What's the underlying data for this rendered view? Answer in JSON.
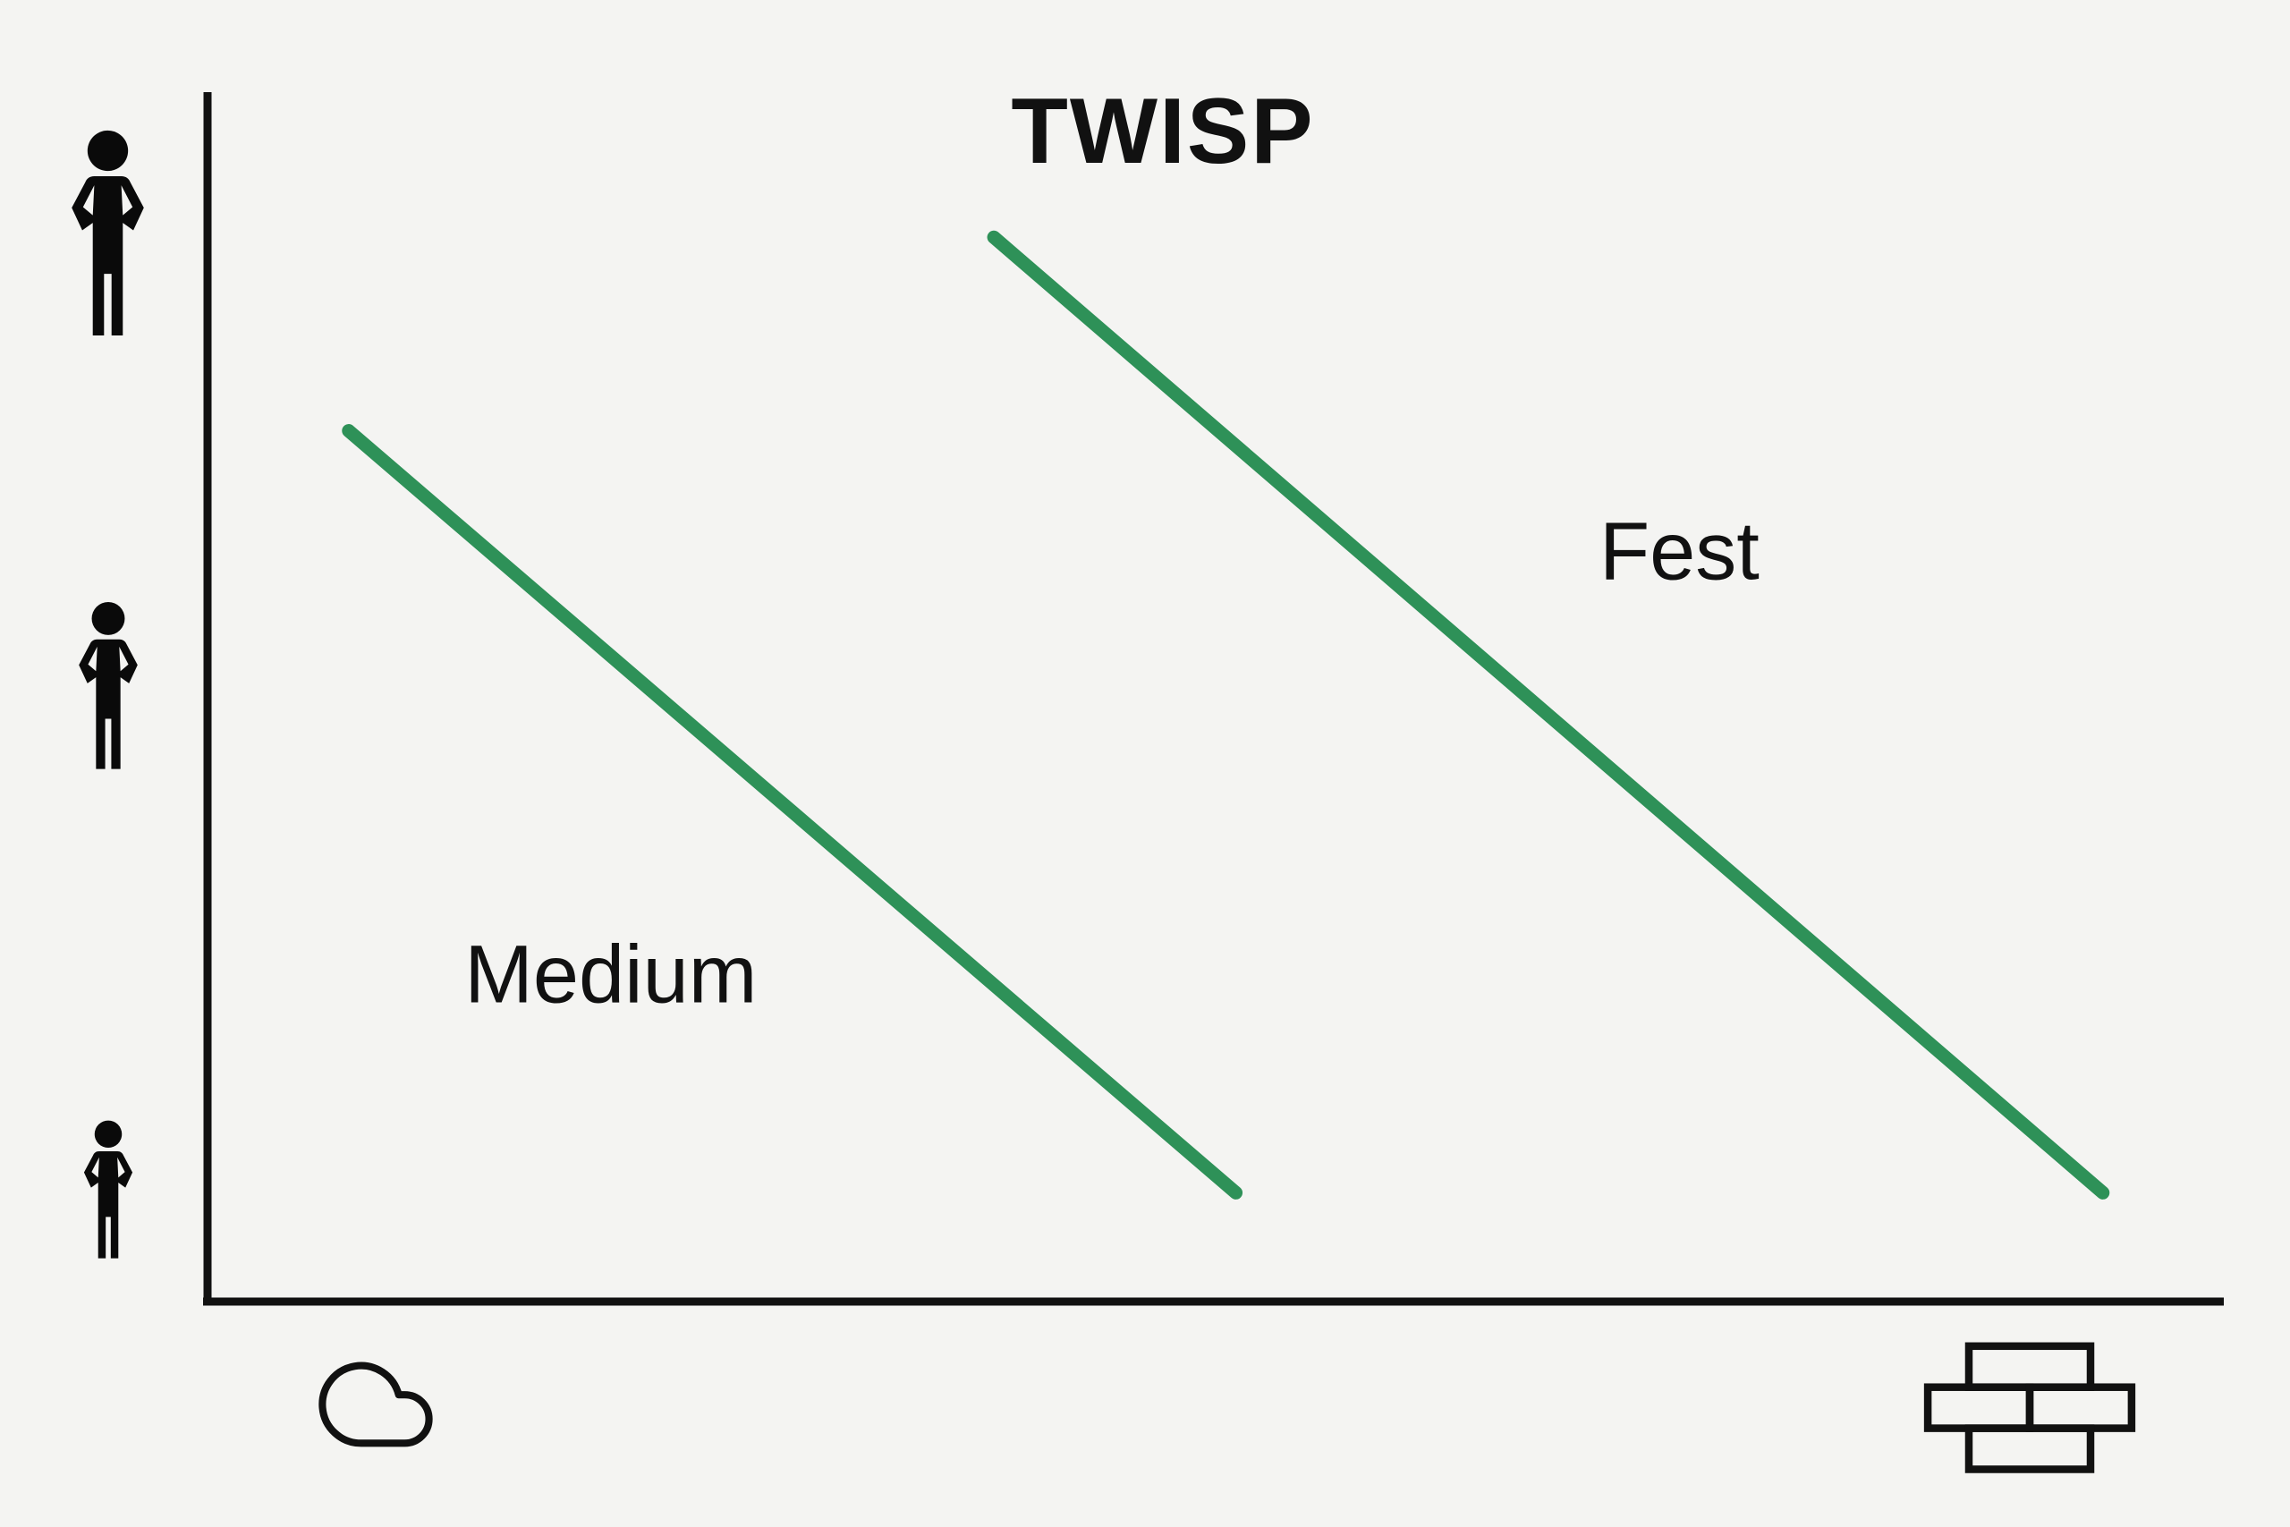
{
  "title": "TWISP",
  "colors": {
    "background": "#f4f4f2",
    "axis": "#111111",
    "line": "#2e9158",
    "text": "#111111"
  },
  "icons": {
    "y_axis_top_to_bottom": [
      "person-large-icon",
      "person-medium-icon",
      "person-small-icon"
    ],
    "x_axis_left": "cloud-icon",
    "x_axis_right": "brick-wall-icon"
  },
  "chart_data": {
    "type": "line",
    "title": "TWISP",
    "xlabel": "",
    "ylabel": "",
    "x_axis": {
      "range": [
        0,
        100
      ],
      "ticks": [],
      "left_icon": "cloud",
      "right_icon": "brick-wall"
    },
    "y_axis": {
      "range": [
        0,
        100
      ],
      "ticks": [],
      "icons_top_to_bottom": [
        "large-person",
        "medium-person",
        "small-person"
      ]
    },
    "grid": false,
    "legend": "inline-labels",
    "line_color": "#2e9158",
    "series": [
      {
        "name": "Medium",
        "points": [
          {
            "x": 7,
            "y": 72
          },
          {
            "x": 51,
            "y": 9
          }
        ],
        "label_anchor": {
          "x": 20,
          "y": 27
        }
      },
      {
        "name": "Fest",
        "points": [
          {
            "x": 39,
            "y": 88
          },
          {
            "x": 94,
            "y": 9
          }
        ],
        "label_anchor": {
          "x": 73,
          "y": 62
        }
      }
    ]
  }
}
